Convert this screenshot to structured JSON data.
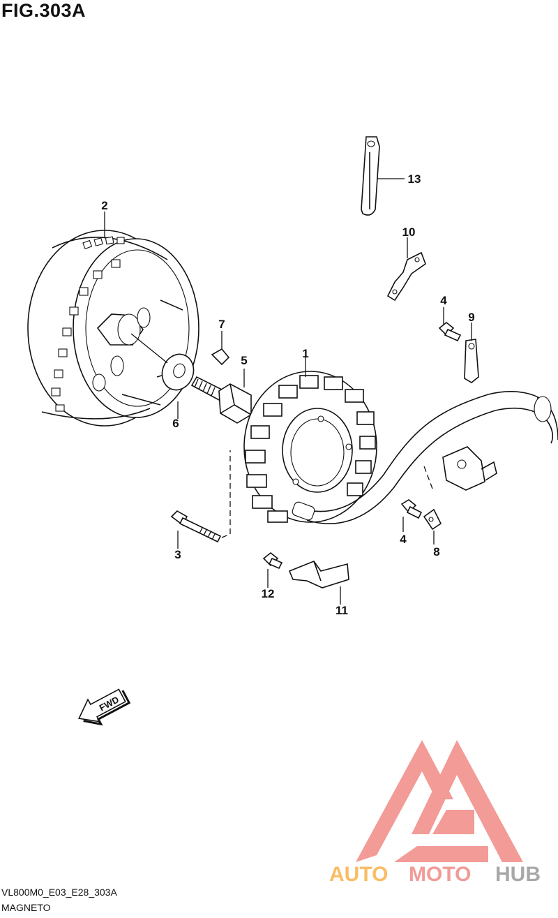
{
  "figure": {
    "title": "FIG.303A"
  },
  "footer": {
    "code": "VL800M0_E03_E28_303A",
    "name": "MAGNETO"
  },
  "fwd_label": "FWD",
  "callouts": [
    {
      "id": "callout-1",
      "label": "1"
    },
    {
      "id": "callout-2",
      "label": "2"
    },
    {
      "id": "callout-3",
      "label": "3"
    },
    {
      "id": "callout-4a",
      "label": "4"
    },
    {
      "id": "callout-4b",
      "label": "4"
    },
    {
      "id": "callout-5",
      "label": "5"
    },
    {
      "id": "callout-6",
      "label": "6"
    },
    {
      "id": "callout-7",
      "label": "7"
    },
    {
      "id": "callout-8",
      "label": "8"
    },
    {
      "id": "callout-9",
      "label": "9"
    },
    {
      "id": "callout-10",
      "label": "10"
    },
    {
      "id": "callout-11",
      "label": "11"
    },
    {
      "id": "callout-12",
      "label": "12"
    },
    {
      "id": "callout-13",
      "label": "13"
    }
  ],
  "watermark": {
    "text_auto": "AUTO",
    "text_moto": "MOTO",
    "text_hub": "HUB",
    "color_primary": "#f08a86",
    "color_accent": "#f7b24b",
    "color_dark": "#9a9a9a"
  }
}
